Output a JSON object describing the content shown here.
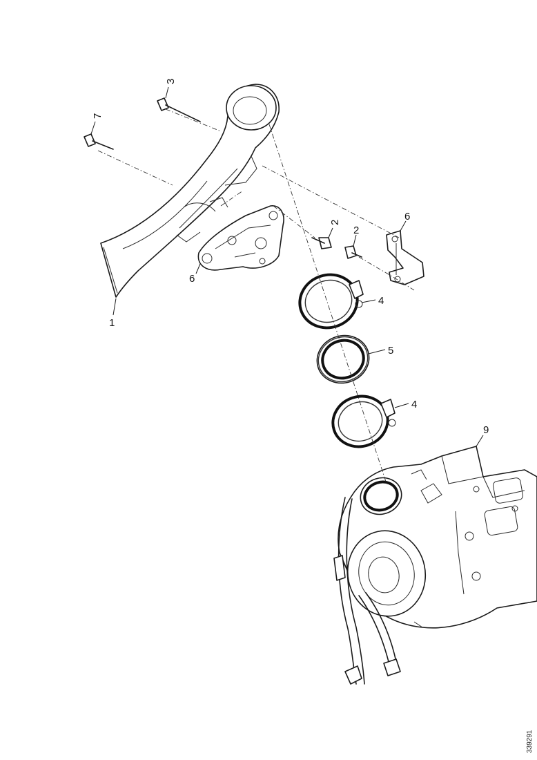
{
  "callouts": {
    "c1": "1",
    "c2a": "2",
    "c2b": "2",
    "c3": "3",
    "c4a": "4",
    "c4b": "4",
    "c5": "5",
    "c6a": "6",
    "c6b": "6",
    "c7": "7",
    "c9": "9"
  },
  "reference_code": "339291"
}
